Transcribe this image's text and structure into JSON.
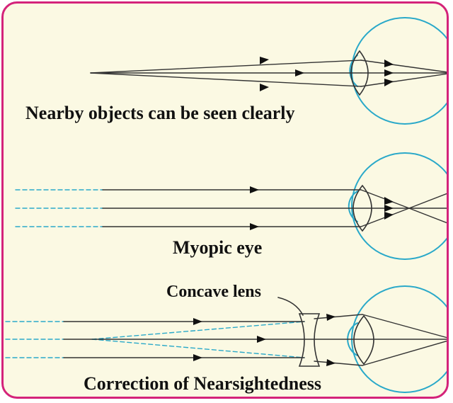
{
  "labels": {
    "nearby": "Nearby objects can be seen clearly",
    "myopic": "Myopic eye",
    "concave": "Concave lens",
    "correction": "Correction of Nearsightedness"
  },
  "colors": {
    "border": "#d4237a",
    "background": "#fbf9e3",
    "eye_outline": "#2aa9c9",
    "ray": "#333333",
    "dashed_ray": "#2aa9c9"
  }
}
